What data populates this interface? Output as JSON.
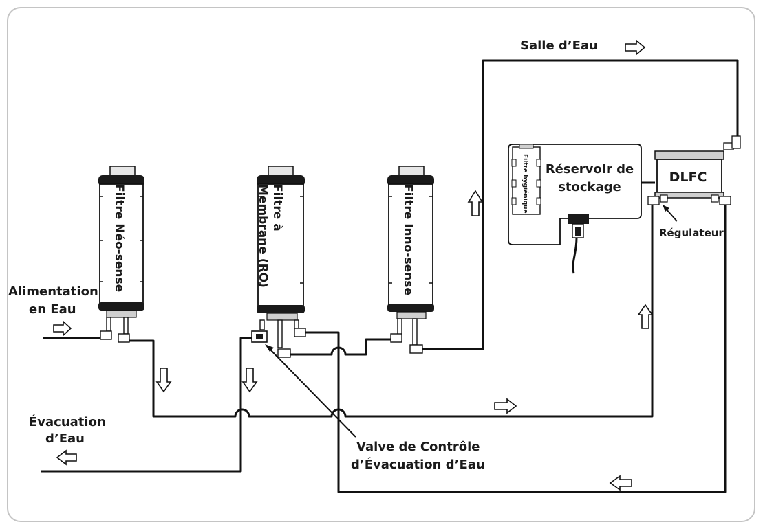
{
  "labels": {
    "water_supply_line1": "Alimentation",
    "water_supply_line2": "en Eau",
    "water_drain_line1": "Évacuation",
    "water_drain_line2": "d’Eau",
    "bathroom": "Salle d’Eau",
    "drain_valve_line1": "Valve de Contrôle",
    "drain_valve_line2": "d’Évacuation d’Eau",
    "regulator": "Régulateur"
  },
  "components": {
    "neo_sense_filter": "Filtre Néo-sense",
    "membrane_filter_line1": "Filtre à",
    "membrane_filter_line2": "Membrane (RO)",
    "inno_sense_filter": "Filtre Inno-sense",
    "tank_line1": "Réservoir de",
    "tank_line2": "stockage",
    "hygienic_filter": "Filtre hygiénique",
    "dlfc": "DLFC"
  },
  "colors": {
    "line": "#111111",
    "filter_cap": "#1a1a1a",
    "filter_cap_light": "#cfcfcf",
    "frame": "#c4c4c4"
  }
}
